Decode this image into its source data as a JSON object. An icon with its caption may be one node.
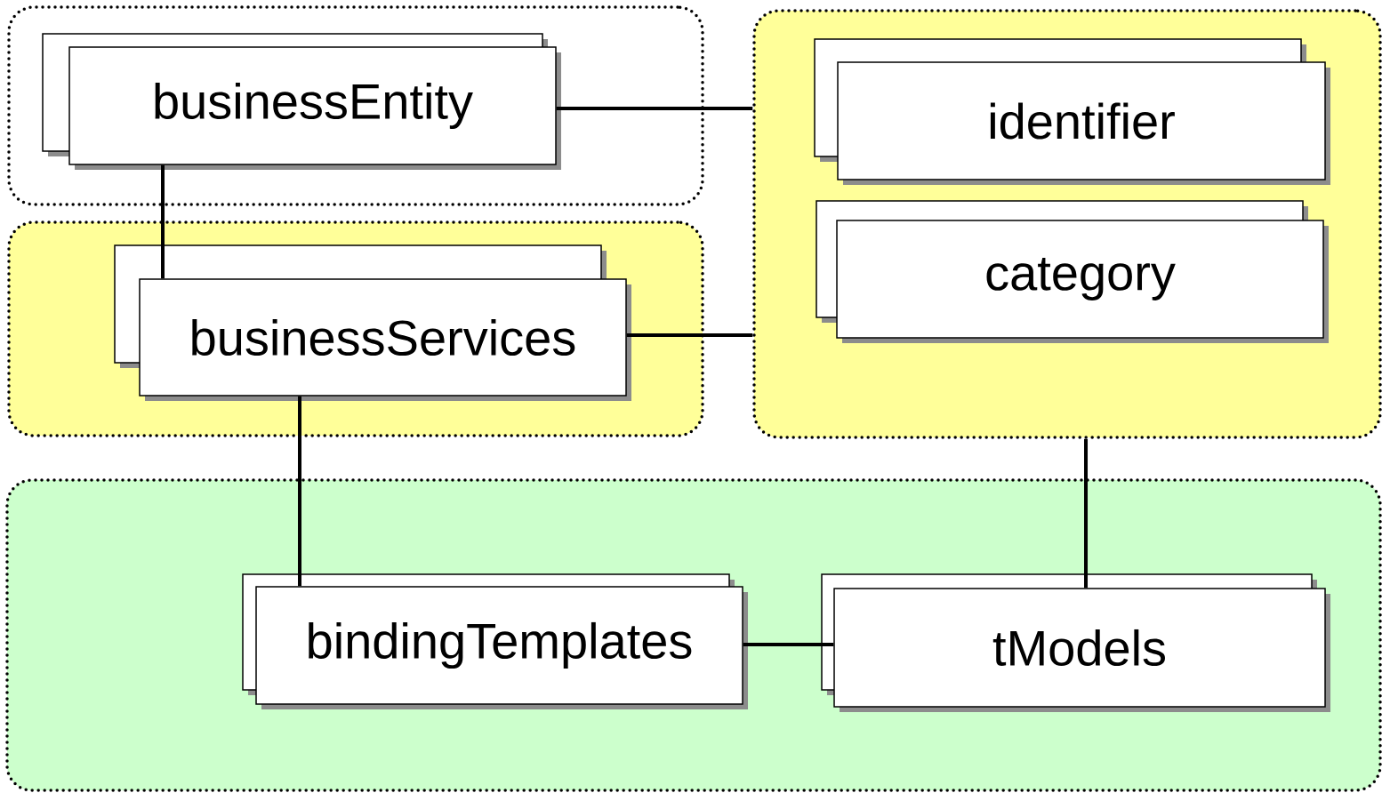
{
  "diagram": {
    "nodes": [
      {
        "text": [],
        "shape": "box"
      },
      {
        "text": [
          "businessEntity"
        ],
        "in": 0
      },
      {
        "text": [],
        "shape": "box"
      },
      {
        "text": [
          "identifier"
        ],
        "in": 2
      },
      {
        "text": [
          "category"
        ],
        "in": 2
      },
      {
        "text": [],
        "shape": "box"
      },
      {
        "text": [
          "businessServices"
        ],
        "in": 5
      },
      {
        "text": [],
        "shape": "box"
      },
      {
        "text": [
          "bindingTemplates"
        ],
        "in": 7
      },
      {
        "text": [
          "tModels"
        ],
        "in": 7
      }
    ],
    "edges": [
      {
        "from": 1,
        "to": 2,
        "arrow": "none"
      },
      {
        "from": 1,
        "to": 6,
        "arrow": "none"
      },
      {
        "from": 6,
        "to": 2,
        "arrow": "none"
      },
      {
        "from": 6,
        "to": 8,
        "arrow": "none"
      },
      {
        "from": 8,
        "to": 9,
        "arrow": "none"
      },
      {
        "from": 9,
        "to": 2,
        "arrow": "none"
      }
    ]
  }
}
